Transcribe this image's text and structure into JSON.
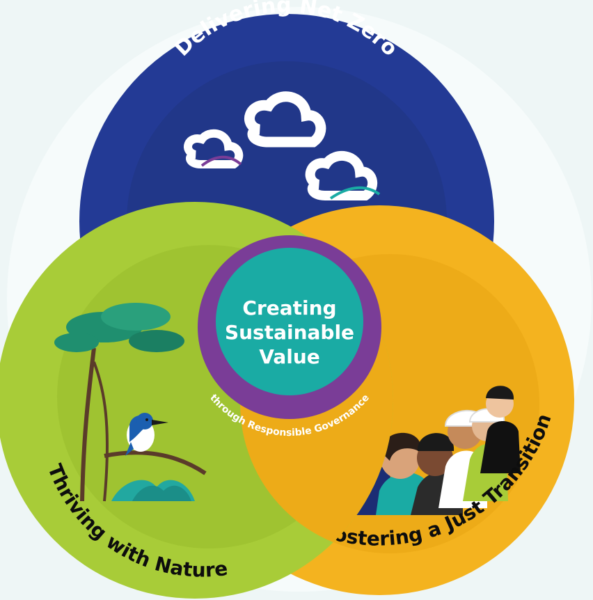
{
  "diagram": {
    "background": "#eef6f6",
    "circles": [
      {
        "id": "net-zero",
        "label": "Delivering Net Zero",
        "color": "#233a95",
        "inner_color": "#213789",
        "text_color": "#ffffff"
      },
      {
        "id": "nature",
        "label": "Thriving with Nature",
        "color": "#a8cc38",
        "inner_color": "#9fc331",
        "text_color": "#0d0d0d"
      },
      {
        "id": "just-transition",
        "label": "Fostering a Just Transition",
        "color": "#f4b31f",
        "inner_color": "#edab18",
        "text_color": "#0d0d0d"
      }
    ],
    "center": {
      "title_lines": [
        "Creating",
        "Sustainable",
        "Value"
      ],
      "ring_text": "through Responsible Governance",
      "fill_color": "#1aaba4",
      "ring_color": "#7a3d97",
      "text_color": "#ffffff"
    },
    "icons": [
      "cloud-icon",
      "cloud-icon",
      "cloud-icon",
      "kingfisher-icon",
      "tree-icon",
      "people-icon"
    ]
  }
}
